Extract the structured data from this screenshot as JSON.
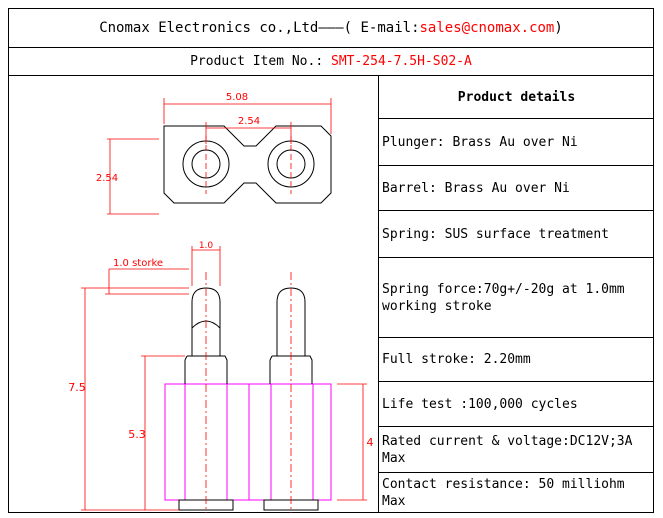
{
  "header": {
    "company": "Cnomax Electronics co.,Ltd———( E-mail: ",
    "email": "sales@cnomax.com",
    "close": ")"
  },
  "item": {
    "label": "Product Item No.: ",
    "value": "SMT-254-7.5H-S02-A"
  },
  "drawing": {
    "dim_overall_width": "5.08",
    "dim_pitch": "2.54",
    "dim_height_side": "2.54",
    "dim_stroke_label": "1.0 storke",
    "dim_tip": "1.0",
    "dim_total_height": "7.5",
    "dim_body_height": "5.3",
    "dim_housing": "4"
  },
  "details": {
    "title": "Product details",
    "rows": [
      "Plunger: Brass Au over Ni",
      "Barrel: Brass Au over Ni",
      "Spring: SUS surface treatment",
      "Spring force:70g+/-20g at 1.0mm working stroke",
      "Full stroke: 2.20mm",
      "Life test :100,000 cycles",
      "Rated current & voltage:DC12V;3A Max",
      "Contact resistance: 50 milliohm Max"
    ]
  },
  "colors": {
    "dimension": "#ff0000",
    "housing": "#ff00ff",
    "outline": "#000000"
  }
}
